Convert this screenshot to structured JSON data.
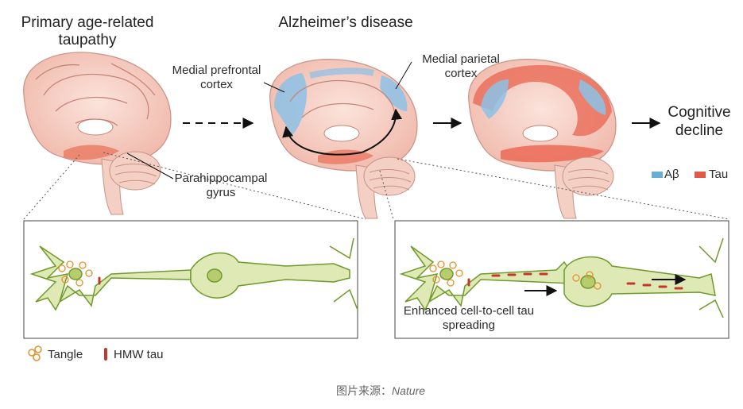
{
  "titles": {
    "left": "Primary age-related taupathy",
    "middle": "Alzheimer’s disease"
  },
  "labels": {
    "medial_prefrontal": "Medial prefrontal cortex",
    "medial_parietal": "Medial parietal cortex",
    "parahippocampal": "Parahippocampal gyrus",
    "cognitive_decline": "Cognitive decline",
    "enhanced_spreading": "Enhanced cell-to-cell tau spreading"
  },
  "legend": {
    "abeta": "Aβ",
    "tau": "Tau",
    "tangle": "Tangle",
    "hmw_tau": "HMW tau"
  },
  "caption": {
    "prefix": "图片来源：",
    "source": "Nature"
  },
  "colors": {
    "abeta": "#6aaed6",
    "tau": "#e05a4b",
    "neuron_fill": "#dfe9b6",
    "neuron_stroke": "#6f9a2a",
    "tangle": "#e8902a",
    "hmw": "#c0392b"
  }
}
